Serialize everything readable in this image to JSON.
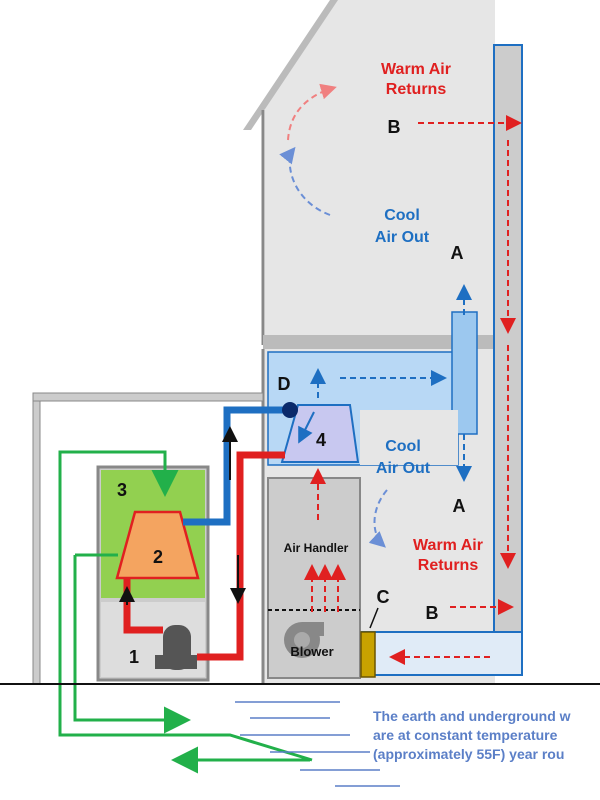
{
  "labels": {
    "warm_air_returns_top_1": "Warm Air",
    "warm_air_returns_top_2": "Returns",
    "cool_air_out_top_1": "Cool",
    "cool_air_out_top_2": "Air Out",
    "cool_air_out_mid_1": "Cool",
    "cool_air_out_mid_2": "Air Out",
    "warm_air_returns_bottom_1": "Warm Air",
    "warm_air_returns_bottom_2": "Returns",
    "air_handler": "Air Handler",
    "blower": "Blower"
  },
  "markers": {
    "a_top": "A",
    "a_bottom": "A",
    "b_top": "B",
    "b_bottom": "B",
    "c": "C",
    "d": "D"
  },
  "components": {
    "n1": "1",
    "n2": "2",
    "n3": "3",
    "n4": "4"
  },
  "caption": {
    "line1": "The earth and underground w",
    "line2": "are at constant temperature",
    "line3": "(approximately 55F) year rou"
  },
  "colors": {
    "warm": "#e02020",
    "cool": "#1e6fc2",
    "ground_loop": "#22b04a",
    "house_fill": "#e6e6e6",
    "outline": "#888888",
    "unit_green": "#92d050",
    "compressor_orange": "#f4a460",
    "duct_blue": "#b8d8f5"
  }
}
